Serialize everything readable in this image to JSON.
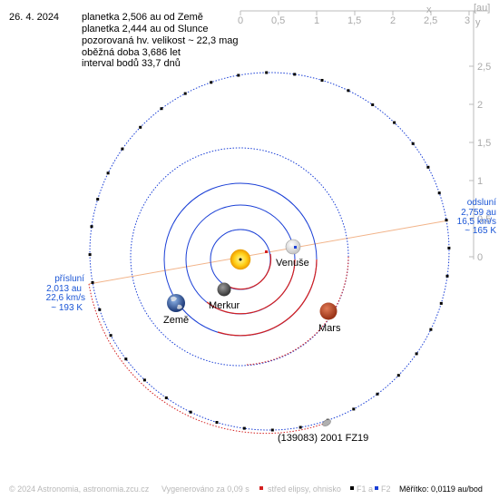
{
  "header": {
    "date": "26. 4. 2024",
    "info_lines": [
      "planetka 2,506 au od Země",
      "planetka 2,444 au od Slunce",
      "pozorovaná hv. velikost ~ 22,3 mag",
      "oběžná doba 3,686 let",
      "interval bodů 33,7 dnů"
    ]
  },
  "axes": {
    "x_label": "x",
    "unit_label": "[au]",
    "y_label": "y",
    "x_ticks": [
      "0",
      "0,5",
      "1",
      "1,5",
      "2",
      "2,5",
      "3"
    ],
    "y_ticks": [
      "2,5",
      "2",
      "1,5",
      "1",
      "0,5",
      "0"
    ]
  },
  "bodies": {
    "earth": "Země",
    "mercury": "Merkur",
    "venus": "Venuše",
    "mars": "Mars",
    "asteroid": "(139083) 2001 FZ19"
  },
  "perihelion": {
    "lines": [
      "přísluní",
      "2,013 au",
      "22,6 km/s",
      "~ 193 K"
    ]
  },
  "aphelion": {
    "lines": [
      "odsluní",
      "2,759 au",
      "16,5 km/s",
      "~ 165 K"
    ]
  },
  "footer": {
    "copyright": "© 2024 Astronomia, astronomia.zcu.cz",
    "generated": "Vygenerováno za 0,09 s",
    "legend_center": "střed elipsy, ohnisko",
    "legend_f1": "F1",
    "legend_a": "a",
    "legend_f2": "F2",
    "scale": "Měřítko: 0,0119 au/bod"
  },
  "colors": {
    "orbit_blue": "#1a3fd6",
    "orbit_red": "#d42020",
    "apsis_line": "#f2b48a",
    "label_blue": "#1a55d6"
  }
}
